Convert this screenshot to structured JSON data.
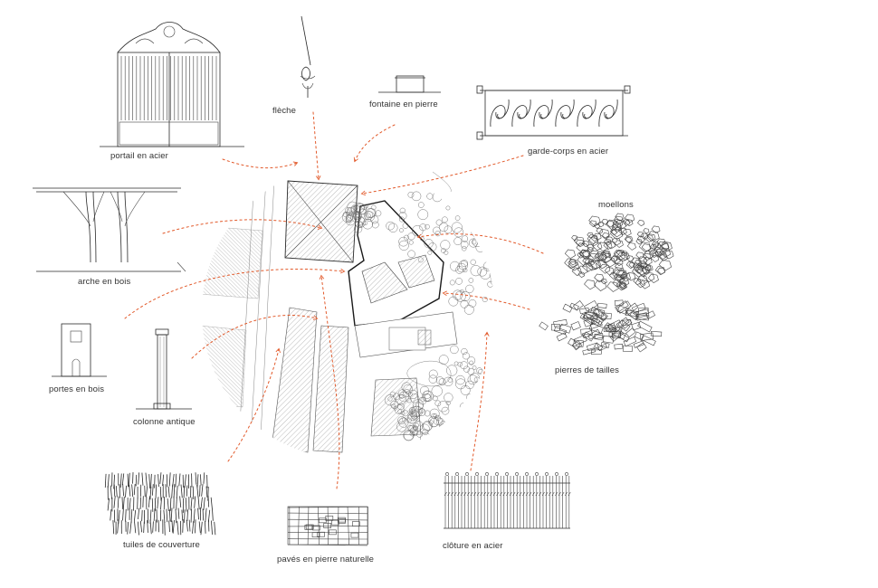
{
  "labels": {
    "portail": "portail en acier",
    "fleche": "flèche",
    "fontaine": "fontaine en pierre",
    "garde_corps": "garde-corps en acier",
    "arche": "arche en bois",
    "moellons": "moellons",
    "portes": "portes en bois",
    "colonne": "colonne antique",
    "pierres": "pierres de tailles",
    "tuiles": "tuiles de couverture",
    "paves": "pavés en pierre naturelle",
    "cloture": "clôture en acier"
  },
  "colors": {
    "ink": "#2a2a2a",
    "arrow": "#e2592a",
    "label": "#333333"
  }
}
